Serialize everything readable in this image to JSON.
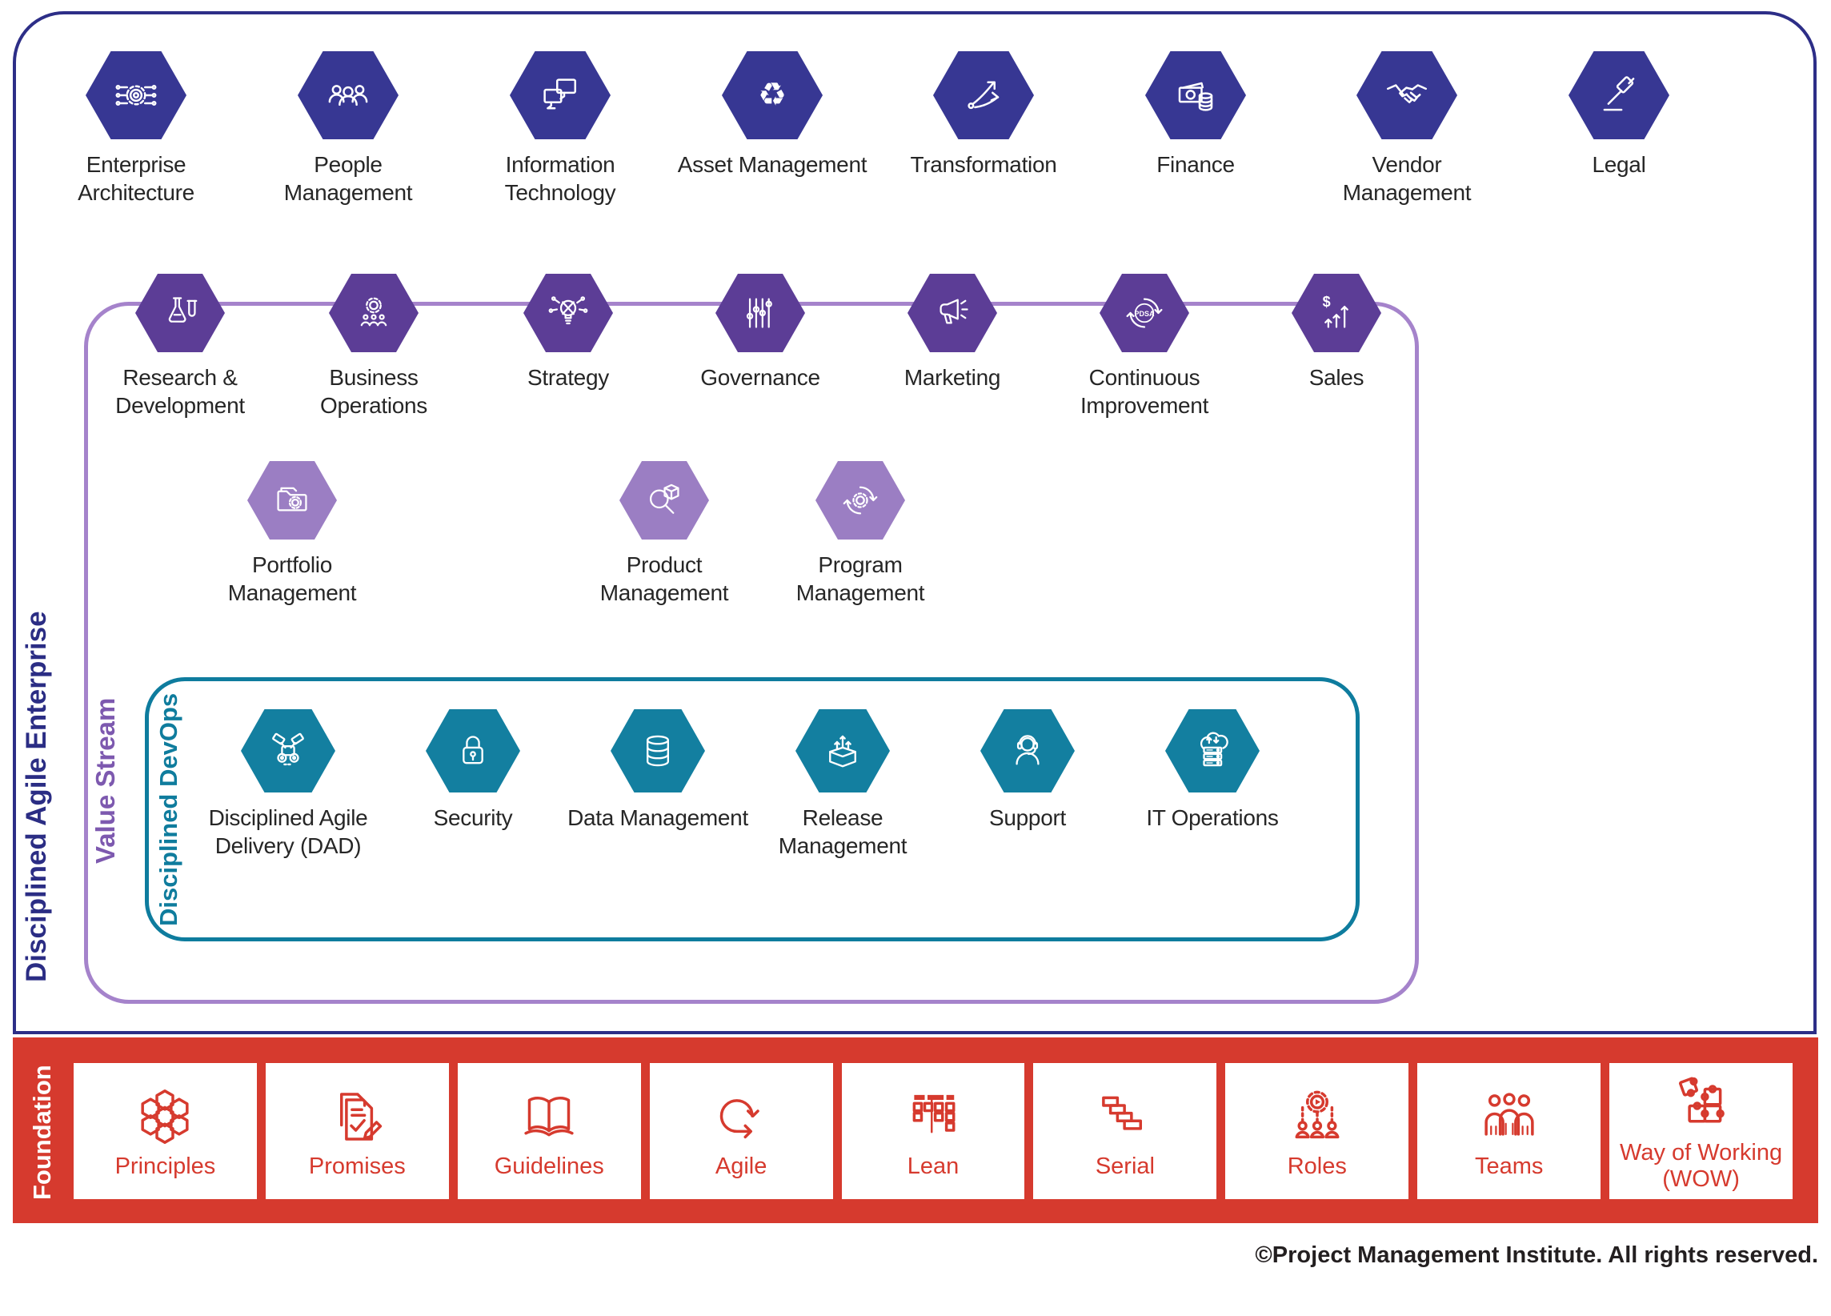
{
  "colors": {
    "navy": "#373793",
    "navy_border": "#2D2E87",
    "navy_text": "#2B2D84",
    "purple": "#5C3D96",
    "purple_light": "#9B7EC3",
    "purple_border": "#A583CB",
    "purple_text": "#7D59AF",
    "teal": "#137FA0",
    "teal_border": "#0E7C9E",
    "teal_text": "#0F7C9D",
    "red": "#D63A2E",
    "ink": "#262626"
  },
  "outer": {
    "label": "Disciplined Agile Enterprise"
  },
  "top_row": {
    "items": [
      {
        "label": "Enterprise Architecture",
        "icon": "circuit-gear"
      },
      {
        "label": "People Management",
        "icon": "people-group"
      },
      {
        "label": "Information Technology",
        "icon": "computer-monitors"
      },
      {
        "label": "Asset Management",
        "icon": "recycle"
      },
      {
        "label": "Transformation",
        "icon": "branch-arrows"
      },
      {
        "label": "Finance",
        "icon": "cash-coins"
      },
      {
        "label": "Vendor Management",
        "icon": "handshake"
      },
      {
        "label": "Legal",
        "icon": "gavel"
      }
    ]
  },
  "value_stream": {
    "label": "Value Stream",
    "operations": [
      {
        "label": "Research & Development",
        "icon": "lab-flask"
      },
      {
        "label": "Business Operations",
        "icon": "gear-team"
      },
      {
        "label": "Strategy",
        "icon": "idea-network"
      },
      {
        "label": "Governance",
        "icon": "sliders"
      },
      {
        "label": "Marketing",
        "icon": "megaphone"
      },
      {
        "label": "Continuous Improvement",
        "icon": "pdsa-cycle"
      },
      {
        "label": "Sales",
        "icon": "sales-growth"
      }
    ],
    "management": [
      {
        "label": "Portfolio Management",
        "icon": "folder-gear"
      },
      {
        "label": "Product Management",
        "icon": "box-magnifier"
      },
      {
        "label": "Program Management",
        "icon": "gear-cycle"
      }
    ]
  },
  "devops": {
    "label": "Disciplined DevOps",
    "items": [
      {
        "label": "Disciplined Agile Delivery (DAD)",
        "icon": "engine"
      },
      {
        "label": "Security",
        "icon": "padlock"
      },
      {
        "label": "Data Management",
        "icon": "database-stack"
      },
      {
        "label": "Release Management",
        "icon": "release-box"
      },
      {
        "label": "Support",
        "icon": "support-agent"
      },
      {
        "label": "IT Operations",
        "icon": "cloud-servers"
      }
    ]
  },
  "foundation": {
    "label": "Foundation",
    "items": [
      {
        "label": "Principles",
        "icon": "honeycomb"
      },
      {
        "label": "Promises",
        "icon": "signed-document"
      },
      {
        "label": "Guidelines",
        "icon": "open-book"
      },
      {
        "label": "Agile",
        "icon": "agile-loop"
      },
      {
        "label": "Lean",
        "icon": "kanban-board"
      },
      {
        "label": "Serial",
        "icon": "waterfall-steps"
      },
      {
        "label": "Roles",
        "icon": "roles-gear"
      },
      {
        "label": "Teams",
        "icon": "team-people"
      },
      {
        "label": "Way of Working (WOW)",
        "icon": "puzzle-pieces"
      }
    ]
  },
  "footer": {
    "copyright": "©Project Management Institute. All rights reserved."
  }
}
